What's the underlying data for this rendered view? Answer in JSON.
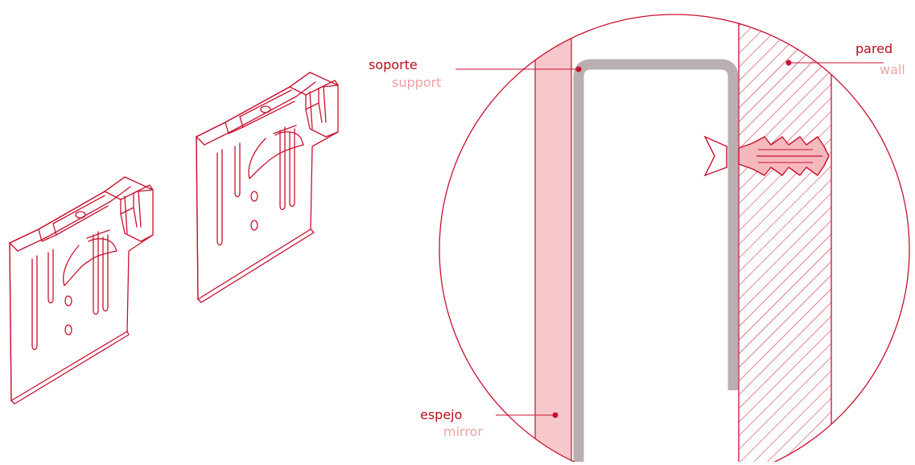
{
  "labels": {
    "support": {
      "es": "soporte",
      "en": "support"
    },
    "wall": {
      "es": "pared",
      "en": "wall"
    },
    "mirror": {
      "es": "espejo",
      "en": "mirror"
    }
  },
  "colors": {
    "line_red": "#c8102e",
    "dark_red_text": "#b80c1c",
    "light_pink_text": "#f0a0a6",
    "mirror_fill": "#f7c8cb",
    "support_gray": "#b9afb1",
    "anchor_fill": "#f4b8bd",
    "background": "#ffffff"
  }
}
